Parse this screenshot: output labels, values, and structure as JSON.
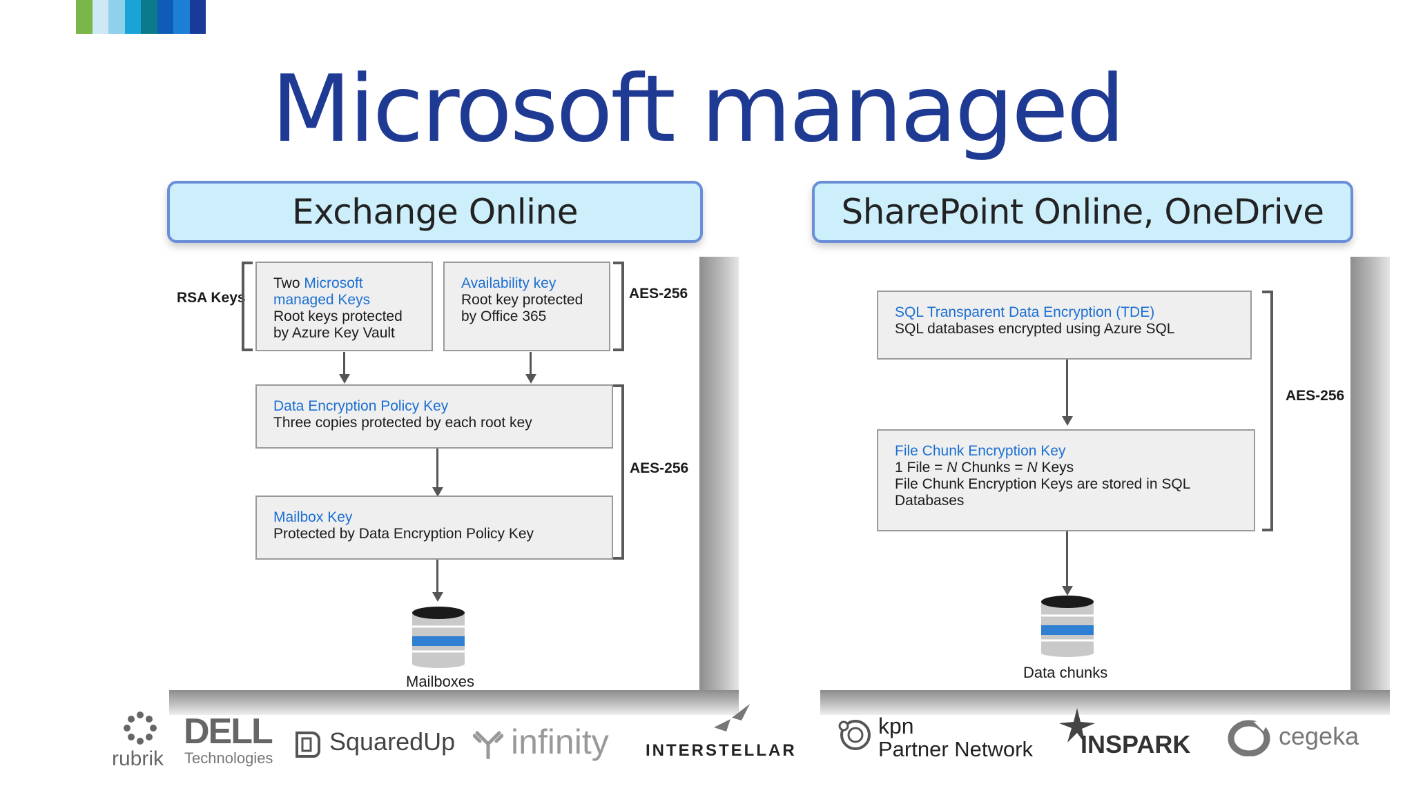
{
  "title": "Microsoft managed",
  "strip_colors": [
    "#7ab648",
    "#cfe8f5",
    "#8fd0ea",
    "#1aa3d6",
    "#0b7a8a",
    "#0e5cb5",
    "#1b7fd6",
    "#1a3a9a"
  ],
  "colors": {
    "title": "#1f3a93",
    "link_blue": "#1b6fd1",
    "header_bg": "#cdeefb",
    "header_border": "#6a8ed8",
    "db_blue": "#2f7fd2"
  },
  "exchange": {
    "header": "Exchange Online",
    "rsa_label": "RSA Keys",
    "aes_top": "AES-256",
    "aes_mid": "AES-256",
    "box_msft": {
      "line1_plain": "Two ",
      "line1_blue": "Microsoft",
      "line2_blue": "managed Keys",
      "line3": "Root keys protected",
      "line4": "by Azure Key Vault"
    },
    "box_avail": {
      "title": "Availability key",
      "line2": "Root key protected",
      "line3": "by Office 365"
    },
    "box_dep": {
      "title": "Data Encryption Policy Key",
      "line2": "Three copies protected by each root key"
    },
    "box_mailbox": {
      "title": "Mailbox Key",
      "line2": "Protected by Data Encryption Policy Key"
    },
    "db_label": "Mailboxes"
  },
  "sharepoint": {
    "header": "SharePoint Online, OneDrive",
    "aes": "AES-256",
    "box_tde": {
      "title": "SQL Transparent Data Encryption (TDE)",
      "line2": "SQL databases encrypted using Azure SQL"
    },
    "box_fce": {
      "title": "File Chunk Encryption Key",
      "line2a": "1 File = ",
      "line2b": "N",
      "line2c": " Chunks = ",
      "line2d": "N",
      "line2e": " Keys",
      "line3": "File Chunk Encryption Keys are stored in SQL",
      "line4": "Databases"
    },
    "db_label": "Data chunks"
  },
  "partners": {
    "rubrik": "rubrik",
    "dell": "DELL",
    "dell_sub": "Technologies",
    "squaredup": "SquaredUp",
    "infinity": "infinity",
    "interstellar": "INTERSTELLAR",
    "kpn": "kpn",
    "kpn_sub": "Partner Network",
    "inspark": "INSPARK",
    "cegeka": "cegeka"
  }
}
